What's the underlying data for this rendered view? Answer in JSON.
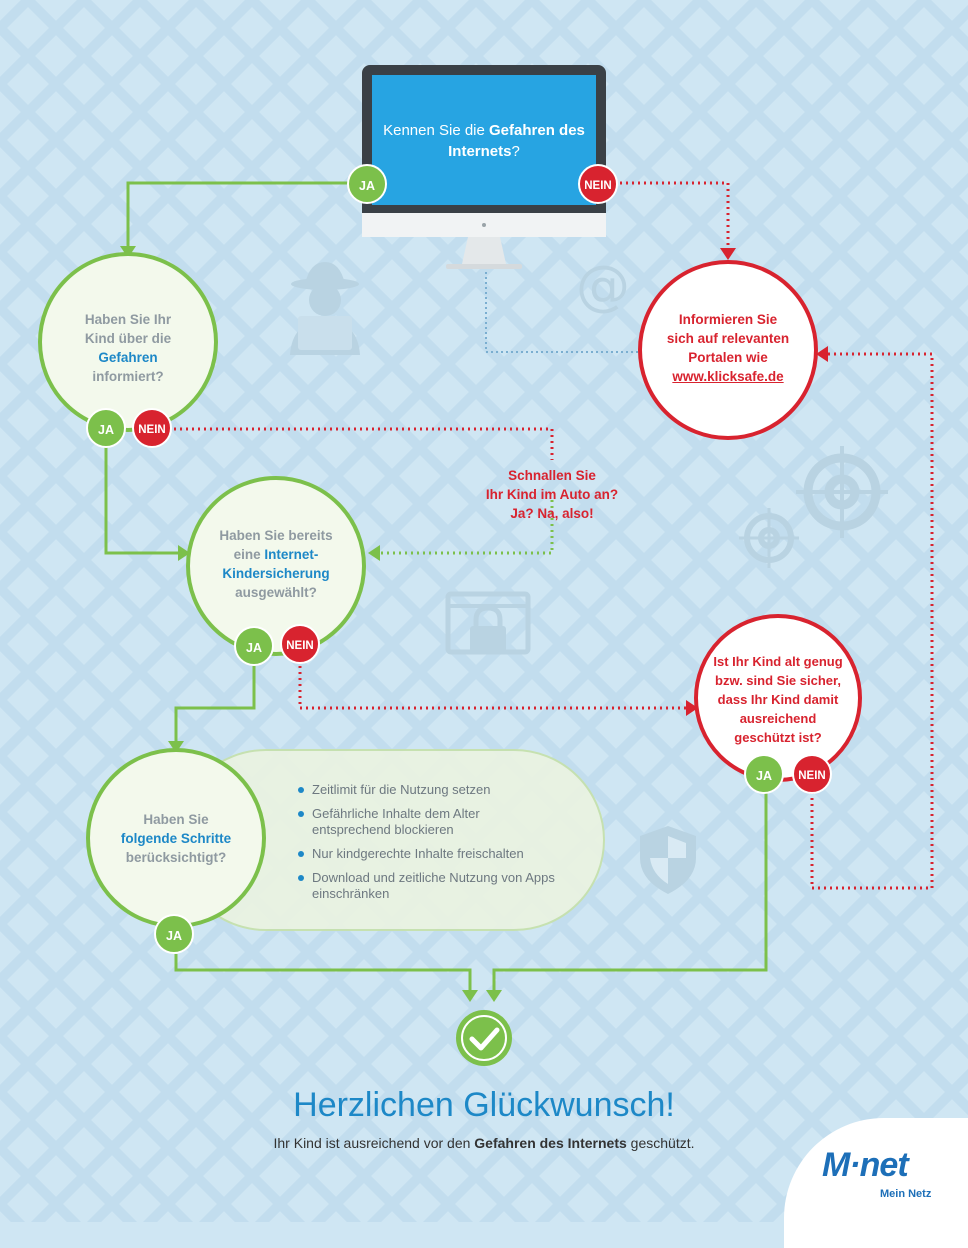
{
  "colors": {
    "green": "#7cc04b",
    "red": "#d8232f",
    "blue": "#1d88c7",
    "gray_text": "#8f9aa1",
    "background": "#cfe6f3"
  },
  "start": {
    "text_pre": "Kennen Sie die ",
    "text_bold": "Gefahren des Internets",
    "text_post": "?",
    "yes": "JA",
    "no": "NEIN"
  },
  "q_informed": {
    "line1": "Haben Sie Ihr",
    "line2": "Kind über die",
    "highlight": "Gefahren",
    "line4": "informiert?",
    "yes": "JA",
    "no": "NEIN"
  },
  "q_filter": {
    "line1": "Haben Sie bereits",
    "line2_pre": "eine ",
    "highlight1": "Internet-",
    "highlight2": "Kindersicherung",
    "line4": "ausgewählt?",
    "yes": "JA",
    "no": "NEIN"
  },
  "q_steps": {
    "line1": "Haben Sie",
    "highlight": "folgende Schritte",
    "line3": "berücksichtigt?",
    "yes": "JA",
    "items": [
      "Zeitlimit für die Nutzung setzen",
      "Gefährliche Inhalte dem Alter entsprechend blockieren",
      "Nur kindgerechte Inhalte freischalten",
      "Download und zeitliche Nutzung von Apps einschränken"
    ]
  },
  "info_portal": {
    "line1": "Informieren Sie",
    "line2": "sich auf relevanten",
    "line3": "Portalen wie",
    "link": "www.klicksafe.de"
  },
  "seatbelt": {
    "line1": "Schnallen Sie",
    "line2": "Ihr Kind im Auto an?",
    "line3": "Ja? Na, also!"
  },
  "q_age": {
    "line1": "Ist Ihr Kind alt genug",
    "line2": "bzw. sind Sie sicher,",
    "line3": "dass Ihr Kind damit",
    "line4": "ausreichend",
    "line5": "geschützt ist?",
    "yes": "JA",
    "no": "NEIN"
  },
  "congrats": {
    "title": "Herzlichen Glückwunsch!",
    "sub_pre": "Ihr Kind ist ausreichend vor den ",
    "sub_bold": "Gefahren des Internets",
    "sub_post": " geschützt."
  },
  "logo": {
    "brand": "M·net",
    "tagline": "Mein Netz"
  },
  "icons": [
    "spy-icon",
    "at-sign-icon",
    "target-icon",
    "lock-browser-icon",
    "shield-icon",
    "checkmark-icon",
    "monitor-icon"
  ]
}
